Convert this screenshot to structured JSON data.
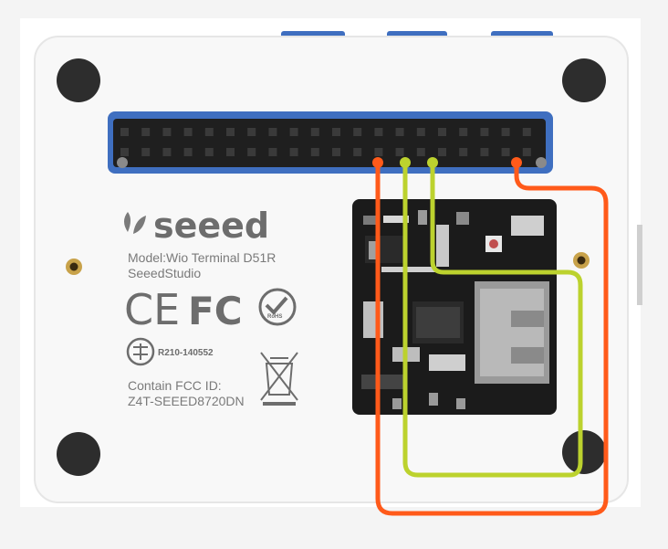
{
  "label": {
    "brand": "seeed",
    "model": "Model:Wio Terminal D51R",
    "maker": "SeeedStudio",
    "certs": {
      "ce": "CE",
      "fcc": "FC",
      "rohs": "RoHS"
    },
    "telec_number": "R210-140552",
    "fcc_line1": "Contain FCC ID:",
    "fcc_line2": "Z4T-SEEED8720DN"
  },
  "colors": {
    "background": "#f4f4f4",
    "device_body": "#f8f8f8",
    "header_blue": "#3f6fc0",
    "wire_orange": "#ff5a1a",
    "wire_green": "#bcd22e"
  },
  "icons": [
    "screw-hole-icon",
    "pin-header",
    "sd-card-slot",
    "weee-bin-icon",
    "rohs-badge-icon",
    "telec-mark-icon"
  ]
}
